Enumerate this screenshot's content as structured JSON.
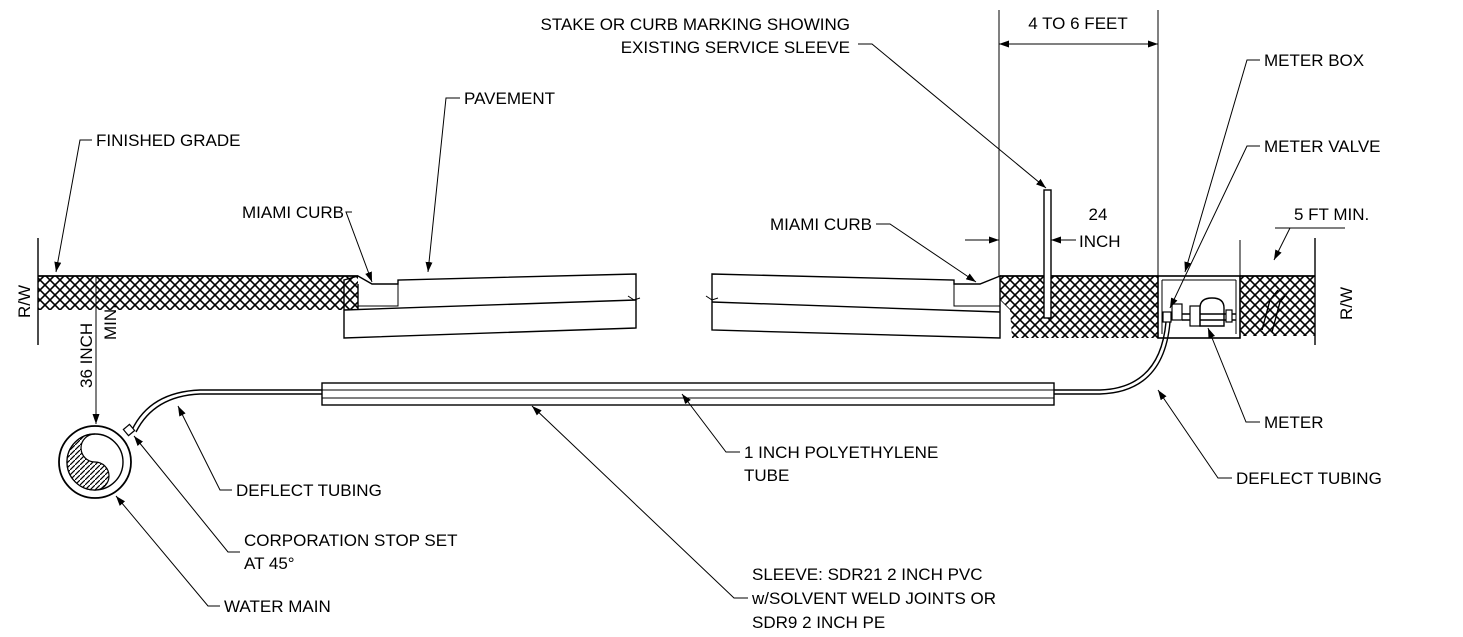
{
  "labels": {
    "stake_line1": "STAKE OR CURB MARKING SHOWING",
    "stake_line2": "EXISTING SERVICE SLEEVE",
    "four_to_six": "4 TO 6 FEET",
    "meter_box": "METER BOX",
    "pavement": "PAVEMENT",
    "finished_grade": "FINISHED GRADE",
    "meter_valve": "METER VALVE",
    "miami_curb_left": "MIAMI CURB",
    "miami_curb_right": "MIAMI CURB",
    "dim_24": "24",
    "dim_inch": "INCH",
    "five_ft_min": "5 FT MIN.",
    "rw_left": "R/W",
    "rw_right": "R/W",
    "depth_36": "36 INCH",
    "depth_min": "MIN.",
    "meter": "METER",
    "poly_line1": "1 INCH POLYETHYLENE",
    "poly_line2": "TUBE",
    "deflect_left": "DEFLECT TUBING",
    "deflect_right": "DEFLECT TUBING",
    "corp_line1": "CORPORATION STOP SET",
    "corp_line2": "AT 45°",
    "water_main": "WATER MAIN",
    "sleeve_line1": "SLEEVE: SDR21 2 INCH PVC",
    "sleeve_line2": "w/SOLVENT WELD JOINTS OR",
    "sleeve_line3": "SDR9  2 INCH PE"
  }
}
